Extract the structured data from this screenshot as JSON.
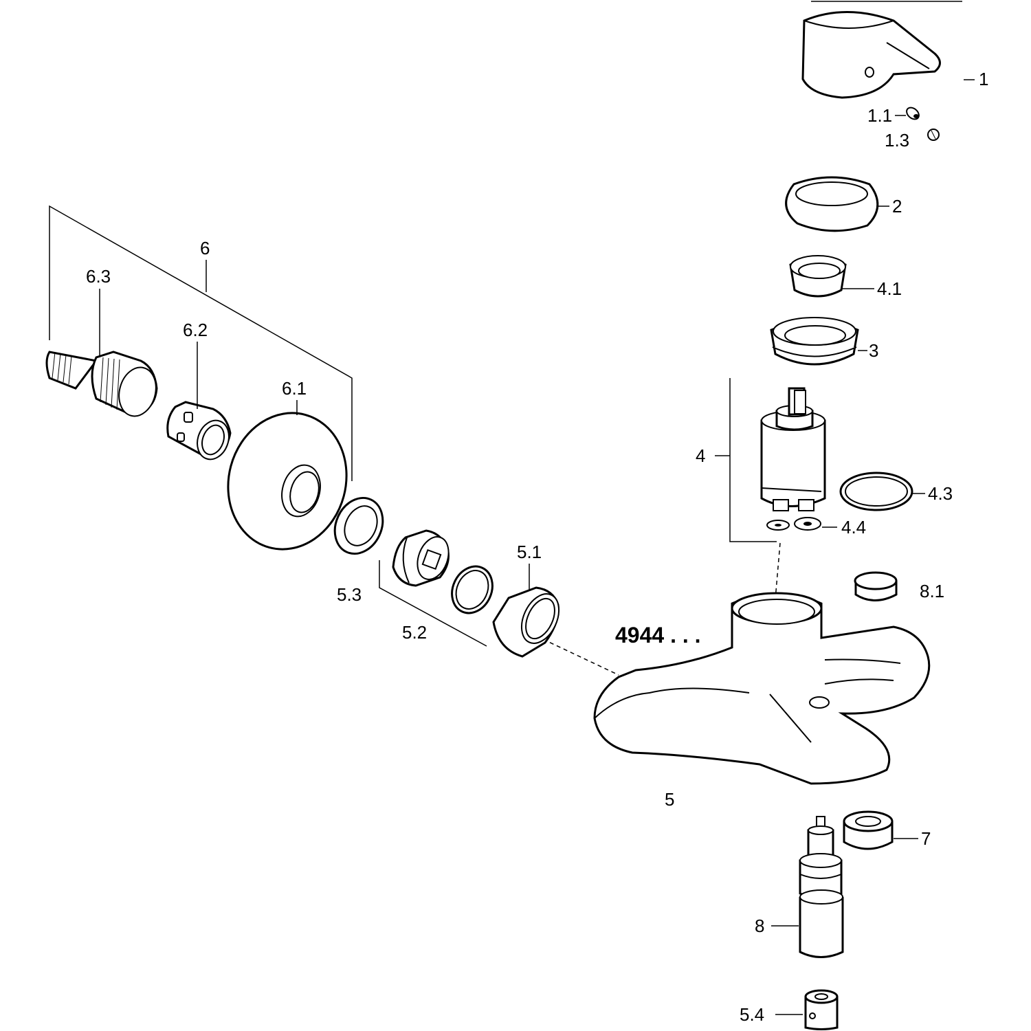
{
  "model_label": "4944 . . .",
  "labels": {
    "p1": "1",
    "p1_1": "1.1",
    "p1_3": "1.3",
    "p2": "2",
    "p3": "3",
    "p4": "4",
    "p4_1": "4.1",
    "p4_3": "4.3",
    "p4_4": "4.4",
    "p5": "5",
    "p5_1": "5.1",
    "p5_2": "5.2",
    "p5_3": "5.3",
    "p5_4": "5.4",
    "p6": "6",
    "p6_1": "6.1",
    "p6_2": "6.2",
    "p6_3": "6.3",
    "p7": "7",
    "p8": "8",
    "p8_1": "8.1"
  }
}
